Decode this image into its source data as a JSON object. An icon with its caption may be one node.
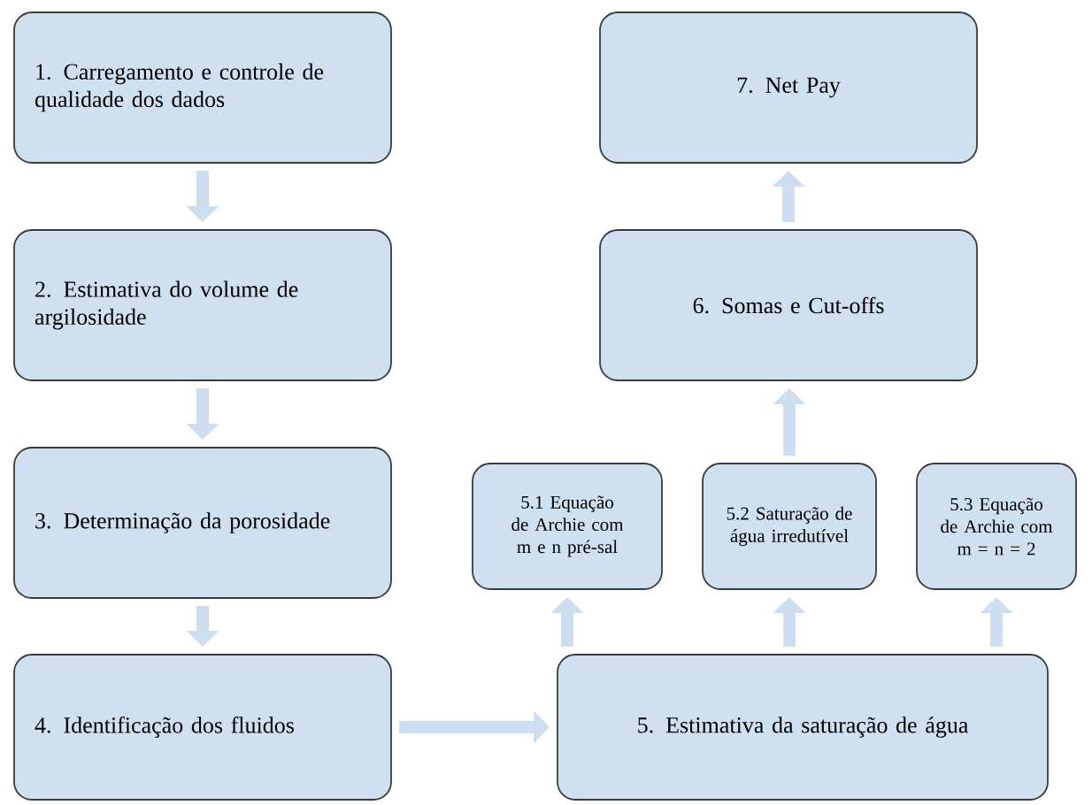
{
  "diagram": {
    "nodes": [
      {
        "text": [
          "1. Carregamento e controle de qualidade dos dados"
        ]
      },
      {
        "text": [
          "2. Estimativa do volume de argilosidade"
        ]
      },
      {
        "text": [
          "3. Determinação da porosidade"
        ]
      },
      {
        "text": [
          "4. Identificação dos fluidos"
        ]
      },
      {
        "text": [
          "5. Estimativa da saturação de água"
        ]
      },
      {
        "text": [
          "5.1 Equação de Archie com m e n pré-sal"
        ]
      },
      {
        "text": [
          "5.2 Saturação de água irredutível"
        ]
      },
      {
        "text": [
          "5.3 Equação de Archie com m = n = 2"
        ]
      },
      {
        "text": [
          "6. Somas e Cut-offs"
        ]
      },
      {
        "text": [
          "7. Net Pay"
        ]
      }
    ],
    "edges": [
      {
        "from": 0,
        "to": 1,
        "arrow": "to"
      },
      {
        "from": 1,
        "to": 2,
        "arrow": "to"
      },
      {
        "from": 2,
        "to": 3,
        "arrow": "to"
      },
      {
        "from": 3,
        "to": 4,
        "arrow": "to"
      },
      {
        "from": 4,
        "to": 5,
        "arrow": "to"
      },
      {
        "from": 4,
        "to": 6,
        "arrow": "to"
      },
      {
        "from": 4,
        "to": 7,
        "arrow": "to"
      },
      {
        "from": 6,
        "to": 8,
        "arrow": "to"
      },
      {
        "from": 8,
        "to": 9,
        "arrow": "to"
      }
    ]
  }
}
